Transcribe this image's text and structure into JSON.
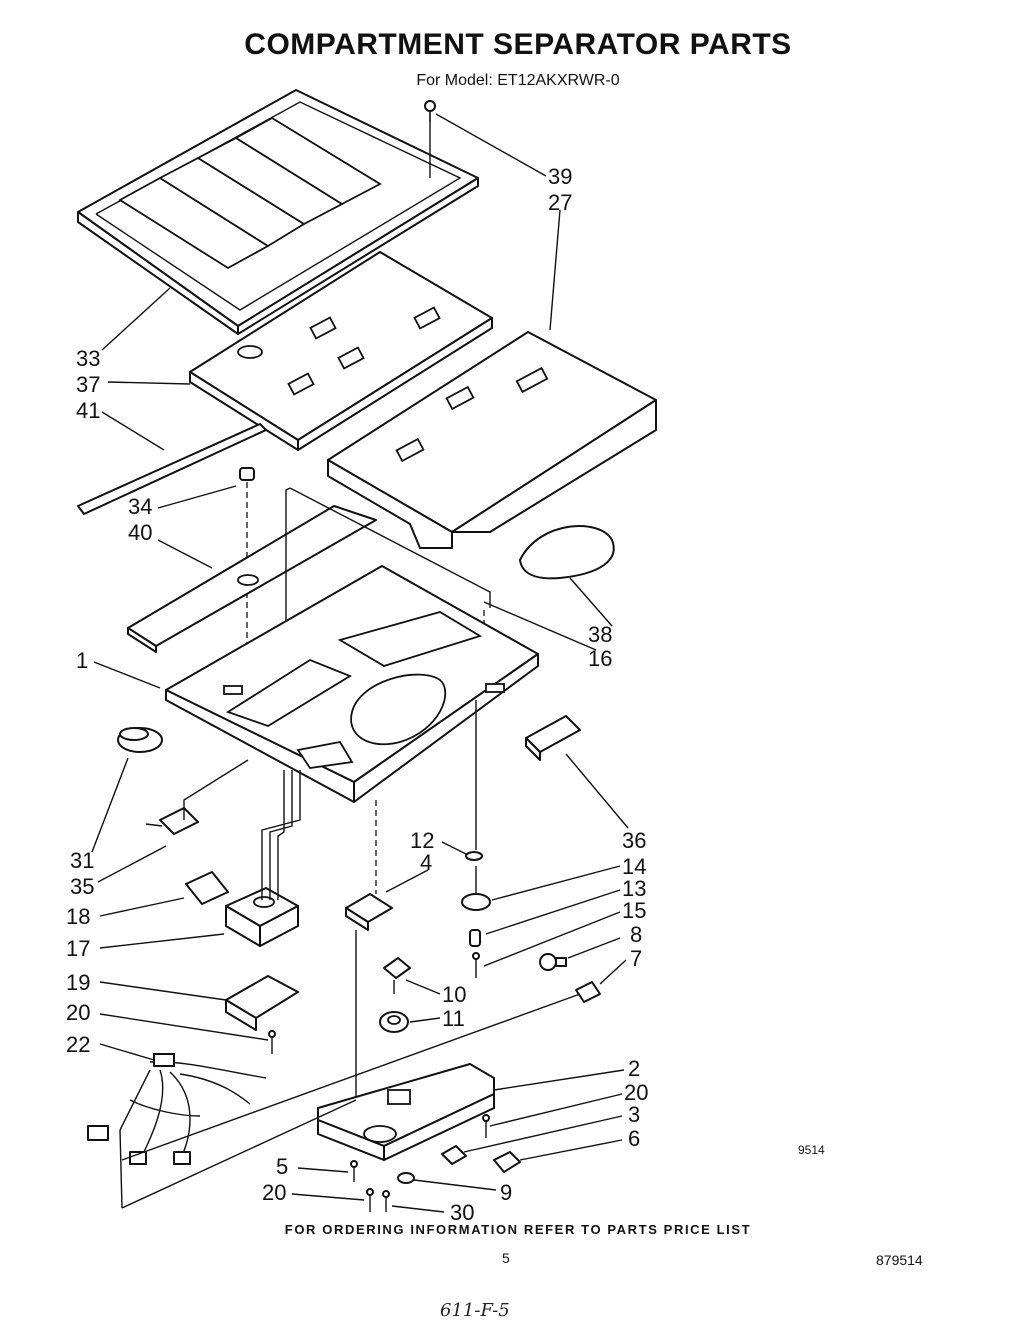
{
  "header": {
    "title": "COMPARTMENT SEPARATOR PARTS",
    "model": "For Model: ET12AKXRWR-0"
  },
  "callouts": [
    "39",
    "27",
    "33",
    "37",
    "41",
    "34",
    "40",
    "38",
    "16",
    "1",
    "31",
    "35",
    "36",
    "12",
    "4",
    "14",
    "13",
    "15",
    "8",
    "7",
    "18",
    "17",
    "19",
    "10",
    "11",
    "20",
    "22",
    "2",
    "20",
    "3",
    "6",
    "5",
    "20",
    "9",
    "30"
  ],
  "diagram_code": "9514",
  "footer": {
    "ordering_note": "FOR ORDERING INFORMATION REFER TO PARTS PRICE LIST",
    "page_number": "5",
    "document_number": "879514",
    "handwritten_note": "611-F-5"
  }
}
